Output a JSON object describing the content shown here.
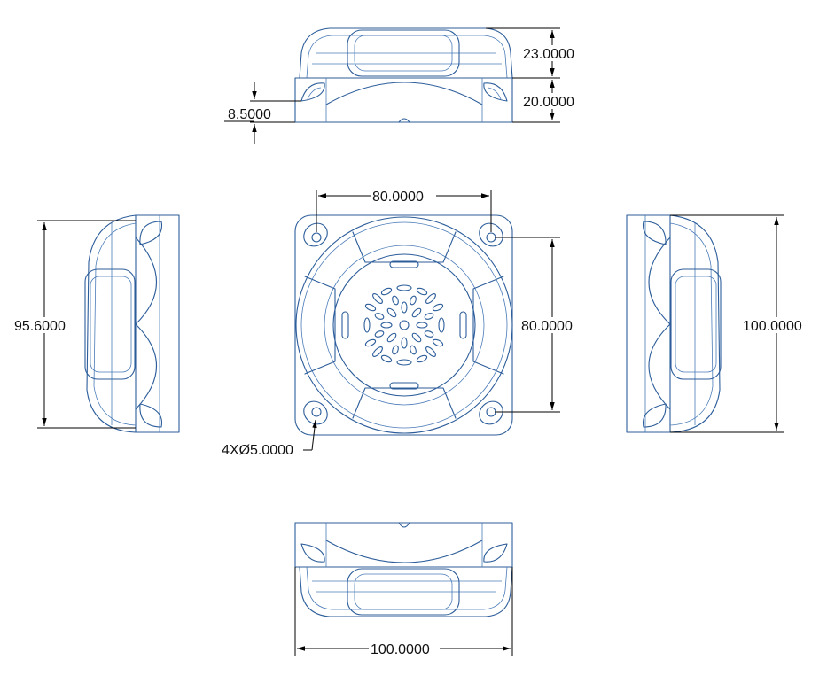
{
  "dimensions": {
    "top_view_height_upper": "23.0000",
    "top_view_height_lower": "20.0000",
    "top_view_flange": "8.5000",
    "front_hole_spacing_horizontal": "80.0000",
    "front_hole_spacing_vertical": "80.0000",
    "left_view_height": "95.6000",
    "right_view_height": "100.0000",
    "holes_callout": "4XØ5.0000",
    "bottom_view_width": "100.0000"
  },
  "colors": {
    "part_stroke": "#2c5d9a",
    "dimension_stroke": "#000000"
  }
}
